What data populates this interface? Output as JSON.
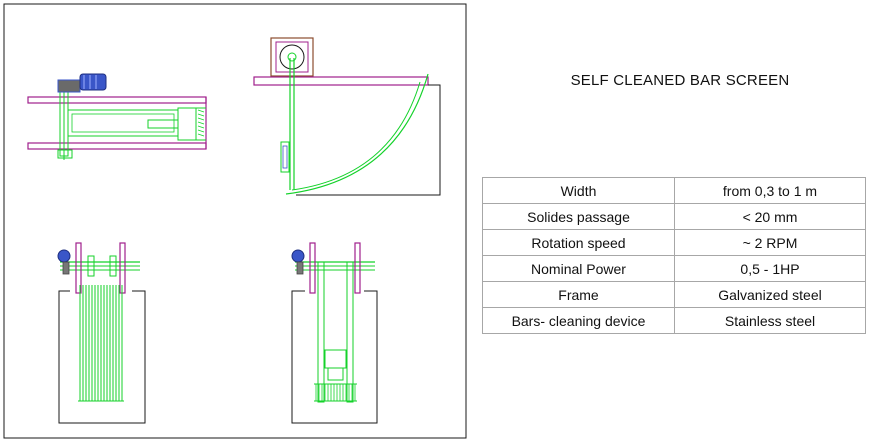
{
  "title": "SELF CLEANED BAR SCREEN",
  "colors": {
    "frame": "#1a1a1a",
    "magenta": "#a0208c",
    "green": "#14d22a",
    "brown": "#8b4c2e",
    "blue": "#3a56c8",
    "grid": "#a7a7a7"
  },
  "specs": [
    {
      "label": "Width",
      "value": "from 0,3  to  1 m"
    },
    {
      "label": "Solides passage",
      "value": "<  20 mm"
    },
    {
      "label": "Rotation speed",
      "value": "~ 2 RPM"
    },
    {
      "label": "Nominal Power",
      "value": "0,5 - 1HP"
    },
    {
      "label": "Frame",
      "value": "Galvanized steel"
    },
    {
      "label": "Bars- cleaning device",
      "value": "Stainless steel"
    }
  ]
}
